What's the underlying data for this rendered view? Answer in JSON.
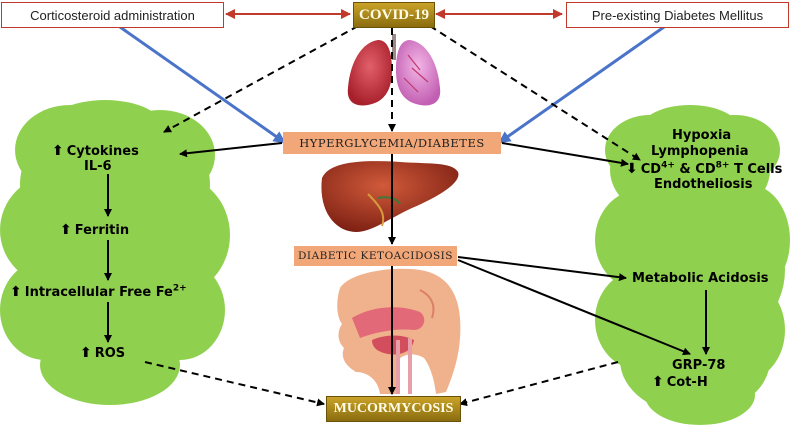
{
  "top": {
    "left_box": "Corticosteroid administration",
    "center_box": "COVID-19",
    "right_box": "Pre-existing Diabetes Mellitus"
  },
  "center": {
    "hyperglycemia": "HYPERGLYCEMIA/DIABETES",
    "dka": "DIABETIC KETOACIDOSIS",
    "mucor": "MUCORMYCOSIS"
  },
  "left_cloud": {
    "cytokines": "Cytokines",
    "il6": "IL-6",
    "ferritin": "Ferritin",
    "iron": "Intracellular Free Fe",
    "iron_sup": "2+",
    "ros": "ROS"
  },
  "right_cloud": {
    "hypoxia": "Hypoxia",
    "lymphopenia": "Lymphopenia",
    "cd_a": "CD",
    "cd_a_sup": "4+",
    "cd_mid": " & CD",
    "cd_b_sup": "8+",
    "cd_end": " T Cells",
    "endotheliosis": "Endotheliosis",
    "metabolic": "Metabolic Acidosis",
    "grp": "GRP-78",
    "coth": "Cot-H"
  },
  "colors": {
    "cloud": "#8fd14f",
    "red_arrow": "#c0392b",
    "blue_arrow": "#4a74c9",
    "gold_box": "#b08a1e",
    "peach_box": "#f2a778"
  },
  "icons": [
    "lungs-icon",
    "liver-icon",
    "head-section-icon",
    "up-arrow-icon",
    "down-arrow-icon"
  ]
}
